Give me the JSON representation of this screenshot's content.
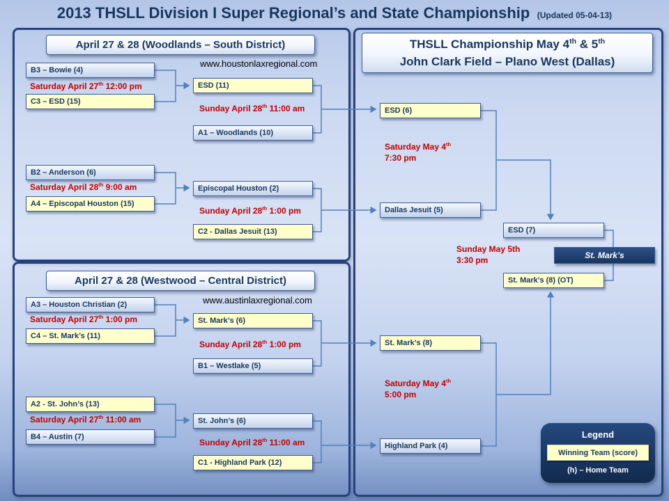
{
  "title": {
    "main": "2013 THSLL Division I Super Regional’s and State Championship",
    "updated": "(Updated 05-04-13)"
  },
  "south": {
    "header": "April 27 & 28 (Woodlands – South District)",
    "website": "www.houstonlaxregional.com",
    "r1g1_team1": "B3 – Bowie (4)",
    "r1g1_time": "Saturday April 27^th^ 12:00 pm",
    "r1g1_team2": "C3 – ESD (15)",
    "r2g1_team1": "ESD (11)",
    "r2g1_time": "Sunday April 28^th^ 11:00 am",
    "r2g1_team2": "A1 – Woodlands (10)",
    "r1g2_team1": "B2 – Anderson (6)",
    "r1g2_time": "Saturday April 28^th^ 9:00 am",
    "r1g2_team2": "A4 – Episcopal Houston (15)",
    "r2g2_team1": "Episcopal Houston (2)",
    "r2g2_time": "Sunday April 28^th^ 1:00 pm",
    "r2g2_team2": "C2 - Dallas Jesuit (13)"
  },
  "central": {
    "header": "April 27 & 28 (Westwood – Central District)",
    "website": "www.austinlaxregional.com",
    "r1g1_team1": "A3 – Houston Christian (2)",
    "r1g1_time": "Saturday April 27^th^ 1:00 pm",
    "r1g1_team2": "C4 – St. Mark’s (11)",
    "r2g1_team1": "St. Mark’s (6)",
    "r2g1_time": "Sunday April 28^th^ 1:00 pm",
    "r2g1_team2": "B1 – Westlake (5)",
    "r1g2_team1": "A2 - St. John’s (13)",
    "r1g2_time": "Saturday April 27^th^ 11:00 am",
    "r1g2_team2": "B4 – Austin (7)",
    "r2g2_team1": "St. John’s (6)",
    "r2g2_time": "Sunday April 28^th^ 11:00 am",
    "r2g2_team2": "C1 - Highland Park (12)"
  },
  "championship": {
    "header_line1": "THSLL Championship May 4^th^ & 5^th^",
    "header_line2": "John Clark Field – Plano West (Dallas)",
    "semi1_team1": "ESD (6)",
    "semi1_time1": "Saturday May 4^th^",
    "semi1_time2": "7:30 pm",
    "semi1_team2": "Dallas Jesuit (5)",
    "final_team1": "ESD (7)",
    "final_time1": "Sunday May 5th",
    "final_time2": "3:30 pm",
    "final_team2": "St. Mark’s (8) (OT)",
    "champion": "St. Mark’s",
    "semi2_team1": "St. Mark’s (8)",
    "semi2_time1": "Saturday May 4^th^",
    "semi2_time2": "5:00 pm",
    "semi2_team2": "Highland Park (4)"
  },
  "legend": {
    "title": "Legend",
    "winning_label": "Winning Team (score)",
    "home_label": "(h) – Home Team"
  }
}
